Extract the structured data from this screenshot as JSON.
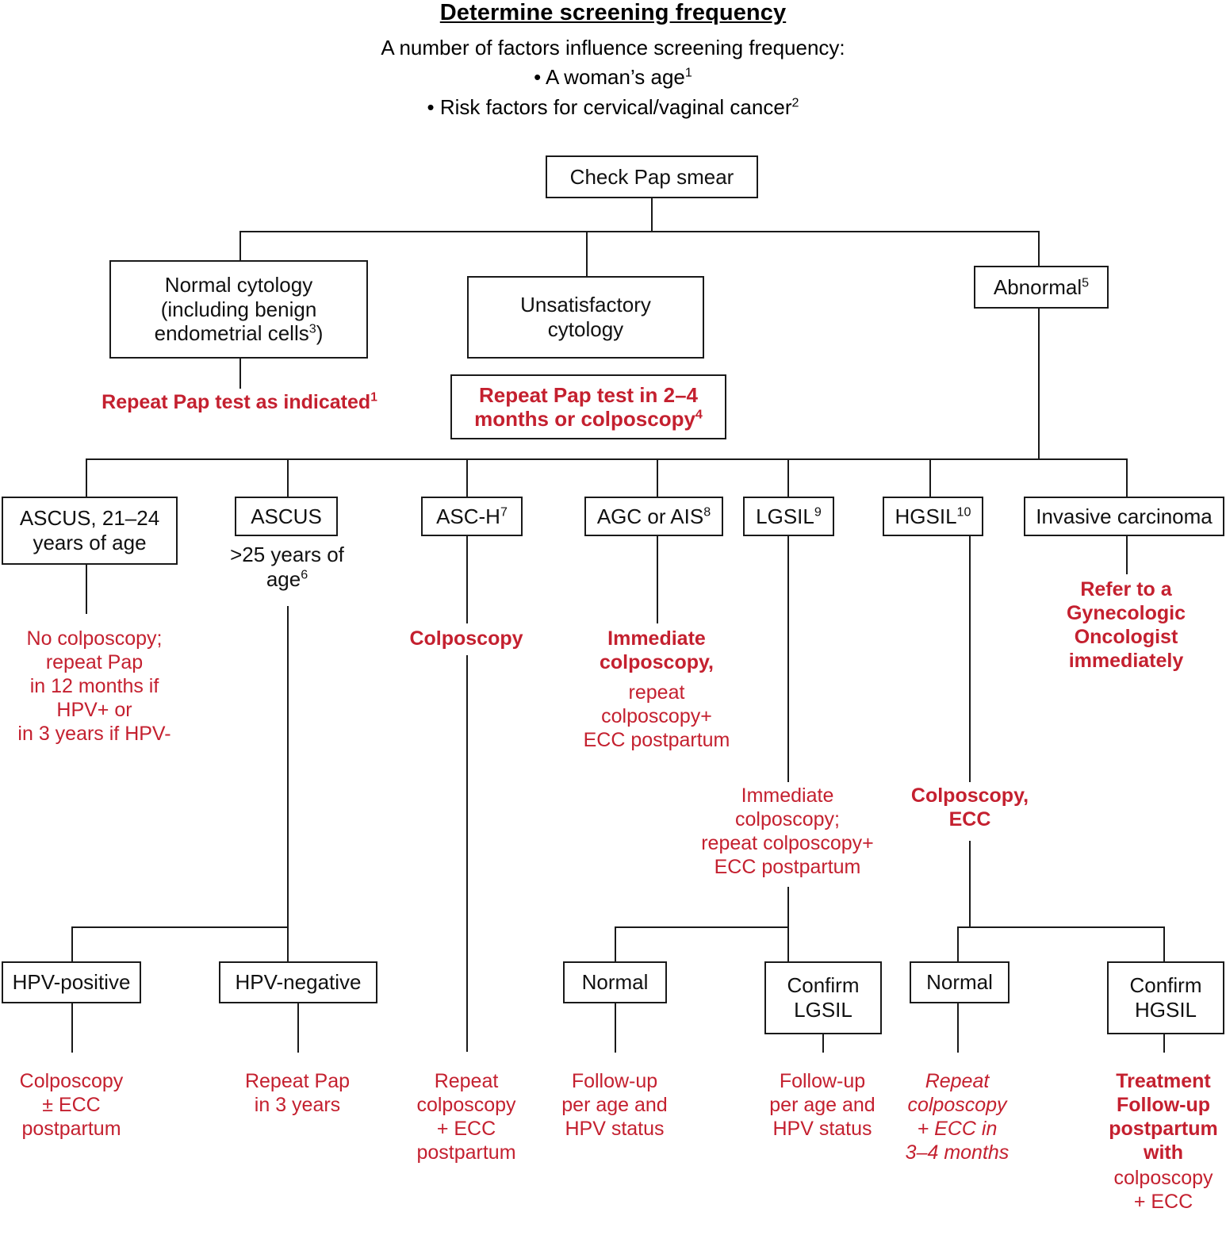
{
  "header": {
    "title": "Determine screening frequency",
    "lead": "A number of factors influence screening frequency:",
    "bullet1": "• A woman’s age",
    "bullet1_sup": "1",
    "bullet2": "• Risk factors for cervical/vaginal cancer",
    "bullet2_sup": "2"
  },
  "colors": {
    "red": "#c4202f",
    "line": "#1a1a1a",
    "text": "#111111"
  },
  "nodes": {
    "check_pap": "Check Pap smear",
    "normal_cytology_l1": "Normal cytology",
    "normal_cytology_l2": "(including benign",
    "normal_cytology_l3": "endometrial cells",
    "normal_cytology_sup": "3",
    "normal_cytology_close": ")",
    "unsatisfactory_l1": "Unsatisfactory",
    "unsatisfactory_l2": "cytology",
    "abnormal": "Abnormal",
    "abnormal_sup": "5",
    "repeat_as_indicated": "Repeat Pap test as indicated",
    "repeat_as_indicated_sup": "1",
    "repeat_2_4_l1": "Repeat Pap test in 2–4",
    "repeat_2_4_l2": "months or colposcopy",
    "repeat_2_4_sup": "4",
    "ascus_21_24_l1": "ASCUS, 21–24",
    "ascus_21_24_l2": "years of age",
    "ascus": "ASCUS",
    "ascus_note_l1": ">25 years of",
    "ascus_note_l2": "age",
    "ascus_note_sup": "6",
    "asc_h": "ASC-H",
    "asc_h_sup": "7",
    "agc_ais": "AGC or AIS",
    "agc_ais_sup": "8",
    "lgsil": "LGSIL",
    "lgsil_sup": "9",
    "hgsil": "HGSIL",
    "hgsil_sup": "10",
    "invasive": "Invasive carcinoma",
    "hpv_positive": "HPV-positive",
    "hpv_negative": "HPV-negative",
    "normal_lgsil": "Normal",
    "confirm_lgsil_l1": "Confirm",
    "confirm_lgsil_l2": "LGSIL",
    "normal_hgsil": "Normal",
    "confirm_hgsil_l1": "Confirm",
    "confirm_hgsil_l2": "HGSIL"
  },
  "actions": {
    "ascus_21_24": "No colposcopy;\nrepeat Pap\nin 12 months if\nHPV+ or\nin 3 years if HPV-",
    "asc_h": "Colposcopy",
    "agc_ais_bold": "Immediate\ncolposcopy,",
    "agc_ais_plain": "repeat\ncolposcopy+\nECC postpartum",
    "invasive": "Refer to a\nGynecologic\nOncologist\nimmediately",
    "lgsil": "Immediate\ncolposcopy;\nrepeat colposcopy+\nECC postpartum",
    "hgsil": "Colposcopy,\nECC",
    "hpv_positive": "Colposcopy\n± ECC\npostpartum",
    "hpv_negative": "Repeat Pap\nin 3 years",
    "asc_h_bottom": "Repeat\ncolposcopy\n+ ECC\npostpartum",
    "lgsil_normal": "Follow-up\nper age and\nHPV status",
    "lgsil_confirm": "Follow-up\nper age and\nHPV status",
    "hgsil_normal": "Repeat\ncolposcopy\n+ ECC in\n3–4 months",
    "hgsil_confirm_bold": "Treatment\nFollow-up\npostpartum\nwith",
    "hgsil_confirm_plain": "colposcopy\n+ ECC"
  }
}
